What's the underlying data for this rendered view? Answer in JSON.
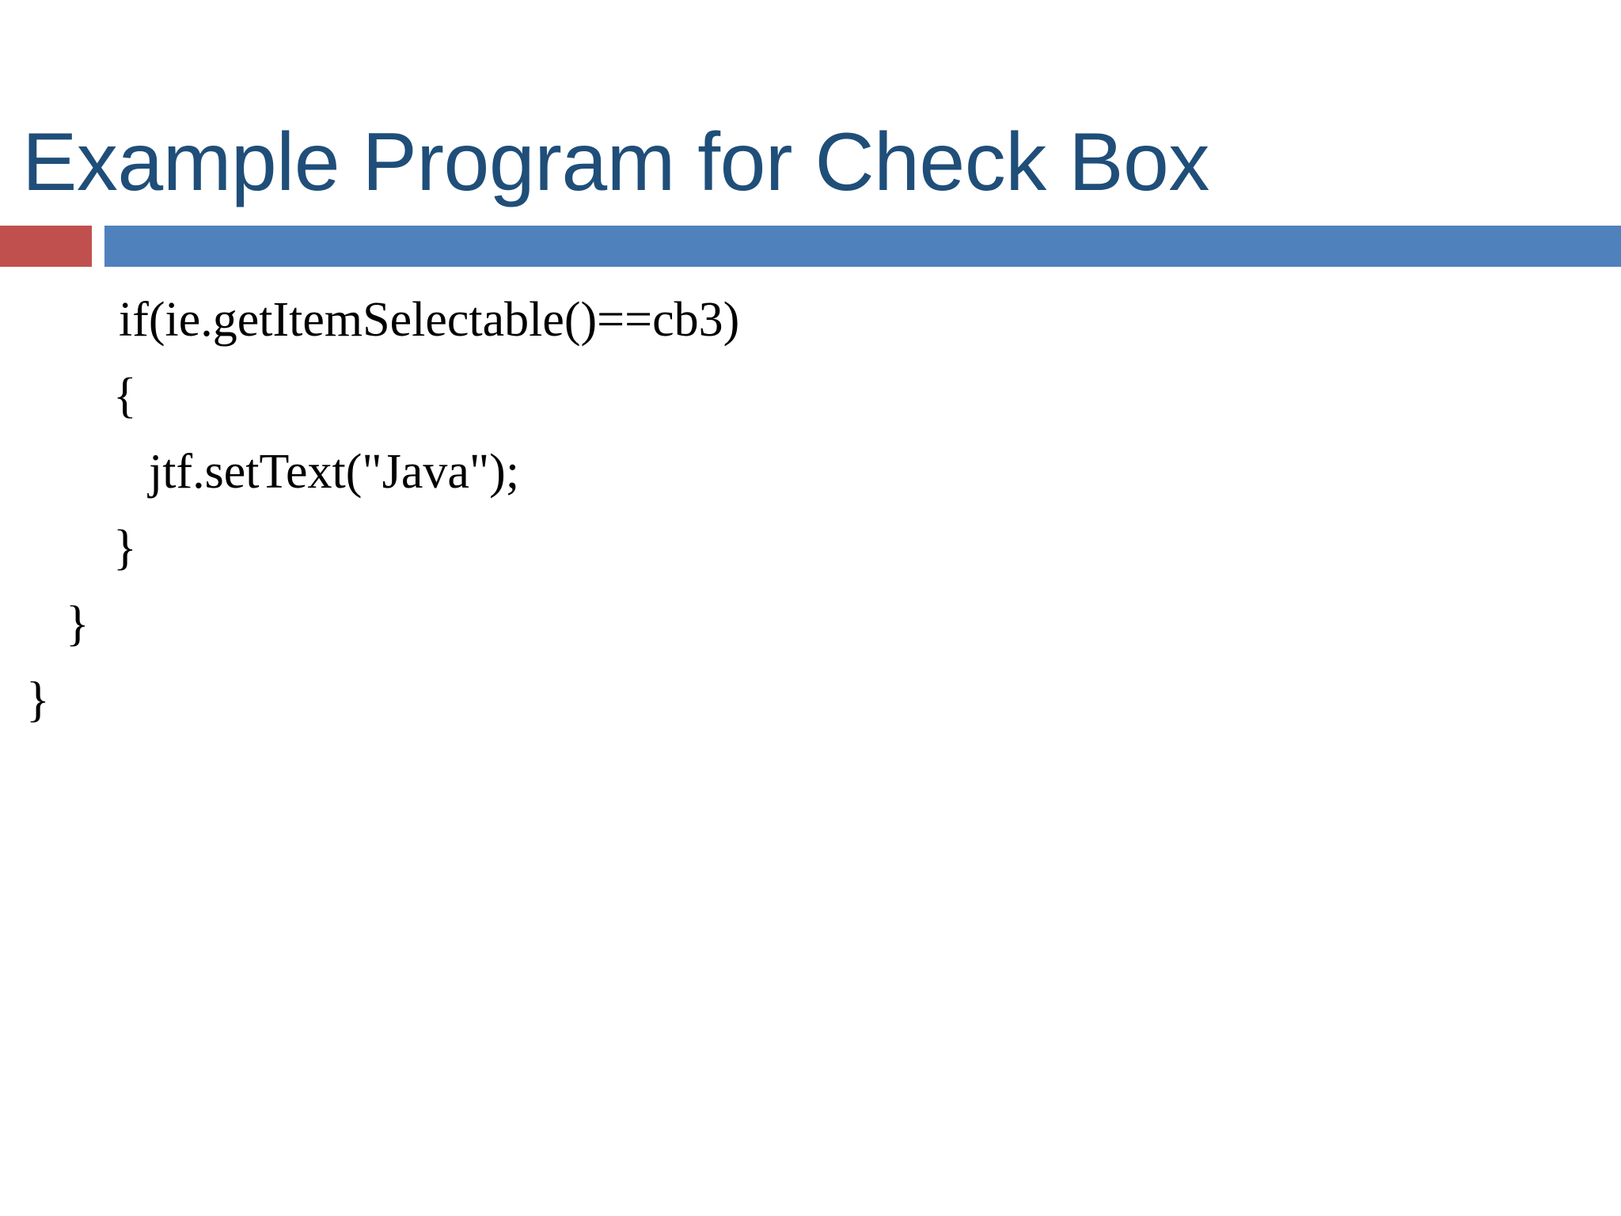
{
  "slide": {
    "title": "Example Program for Check Box",
    "colors": {
      "title_text": "#1F4E79",
      "accent_red": "#C0504D",
      "accent_blue": "#4F81BD",
      "background": "#FFFFFF",
      "code_text": "#000000"
    },
    "code": {
      "lines": [
        {
          "text": "if(ie.getItemSelectable()==cb3)",
          "indent": "indent-2"
        },
        {
          "text": "{",
          "indent": "indent-1"
        },
        {
          "text": "jtf.setText(\"Java\");",
          "indent": "indent-3"
        },
        {
          "text": "}",
          "indent": "indent-close-1"
        },
        {
          "text": "}",
          "indent": "indent-close-2"
        },
        {
          "text": "}",
          "indent": "indent-close-3"
        }
      ]
    }
  }
}
